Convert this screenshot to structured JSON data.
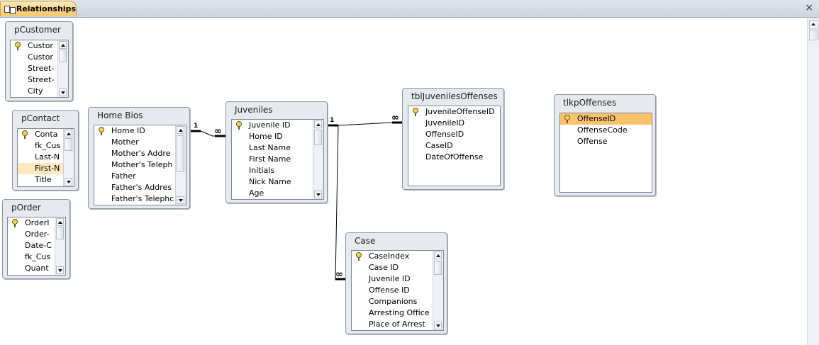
{
  "tab": {
    "label": "Relationships",
    "close": "×"
  },
  "tables": {
    "pCustomer": {
      "title": "pCustomer",
      "fields": [
        "Custor",
        "Custor",
        "Street-",
        "Street-",
        "City"
      ]
    },
    "pContact": {
      "title": "pContact",
      "fields": [
        "Conta",
        "fk_Cus",
        "Last-N",
        "First-N",
        "Title"
      ]
    },
    "pOrder": {
      "title": "pOrder",
      "fields": [
        "OrderI",
        "Order-",
        "Date-C",
        "fk_Cus",
        "Quant"
      ]
    },
    "homeBios": {
      "title": "Home Bios",
      "fields": [
        "Home ID",
        "Mother",
        "Mother's Addre",
        "Mother's Teleph",
        "Father",
        "Father's Addres",
        "Father's Telephc"
      ]
    },
    "juveniles": {
      "title": "Juveniles",
      "fields": [
        "Juvenile ID",
        "Home ID",
        "Last Name",
        "First Name",
        "Initials",
        "Nick Name",
        "Age"
      ]
    },
    "tblJuvenilesOffenses": {
      "title": "tblJuvenilesOffenses",
      "fields": [
        "JuvenileOffenseID",
        "JuvenileID",
        "OffenseID",
        "CaseID",
        "DateOfOffense"
      ]
    },
    "tlkpOffenses": {
      "title": "tlkpOffenses",
      "fields": [
        "OffenseID",
        "OffenseCode",
        "Offense"
      ]
    },
    "case": {
      "title": "Case",
      "fields": [
        "CaseIndex",
        "Case ID",
        "Juvenile ID",
        "Offense ID",
        "Companions",
        "Arresting Office",
        "Place of Arrest"
      ]
    }
  },
  "relationships": {
    "homebios_juveniles": {
      "one": "1",
      "many": "∞"
    },
    "juveniles_offenses": {
      "one": "1",
      "many": "∞"
    },
    "juveniles_case": {
      "many": "∞"
    }
  }
}
